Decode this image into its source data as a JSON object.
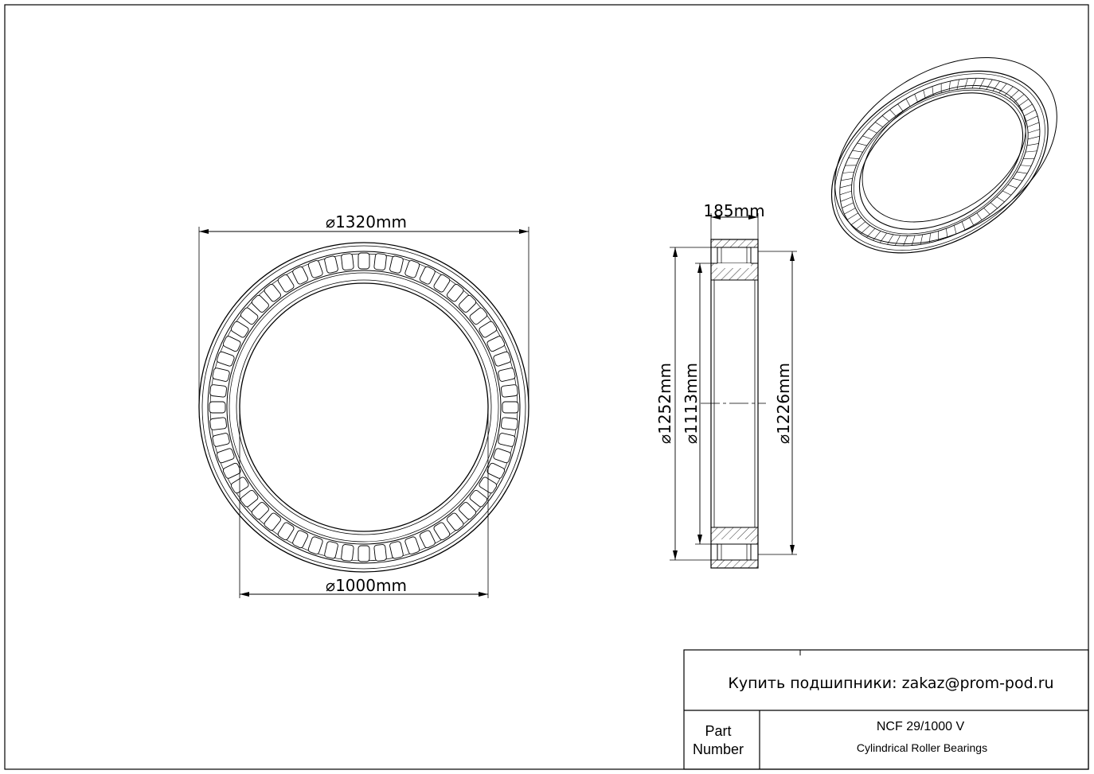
{
  "dimensions": {
    "outer_diameter": "1320mm",
    "bore_diameter": "1000mm",
    "width": "185mm",
    "outer_ring_inner_diameter": "1252mm",
    "inner_ring_outer_diameter": "1113mm",
    "roller_set_diameter": "1226mm",
    "diameter_symbol": "⌀"
  },
  "title_block": {
    "contact": "Купить подшипники: zakaz@prom-pod.ru",
    "part_label_line1": "Part",
    "part_label_line2": "Number",
    "part_number": "NCF 29/1000 V",
    "description": "Cylindrical Roller Bearings"
  },
  "front_view": {
    "roller_count": 56
  }
}
